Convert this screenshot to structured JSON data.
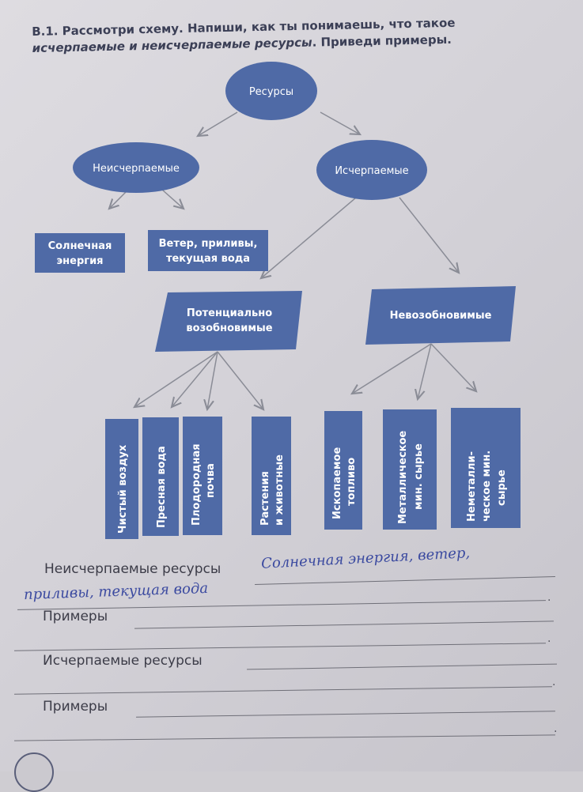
{
  "task": {
    "title_plain": "В.1. Рассмотри схему. Напиши, как ты понимаешь, что такое ",
    "title_italic": "исчерпаемые и неисчерпаемые ресурсы",
    "title_end": ". Приведи примеры."
  },
  "diagram": {
    "root": "Ресурсы",
    "inexhaustible": "Неисчерпаемые",
    "exhaustible": "Исчерпаемые",
    "solar_line1": "Солнечная",
    "solar_line2": "энергия",
    "wind_line1": "Ветер, приливы,",
    "wind_line2": "текущая вода",
    "renewable_line1": "Потенциально",
    "renewable_line2": "возобновимые",
    "nonrenewable": "Невозобновимые",
    "air": "Чистый воздух",
    "water": "Пресная вода",
    "soil_line1": "Плодородная",
    "soil_line2": "почва",
    "life_line1": "Растения",
    "life_line2": "и животные",
    "fuel_line1": "Ископаемое",
    "fuel_line2": "топливо",
    "metal_line1": "Металлическое",
    "metal_line2": "мин. сырье",
    "nonmetal_line1": "Неметалли-",
    "nonmetal_line2": "ческое мин.",
    "nonmetal_line3": "сырье"
  },
  "answers": {
    "inexhaustible_label": "Неисчерпаемые ресурсы",
    "inexhaustible_hand_1": "Солнечная энергия, ветер,",
    "inexhaustible_hand_2": "приливы, текущая вода",
    "examples_label_1": "Примеры",
    "exhaustible_label": "Исчерпаемые ресурсы",
    "examples_label_2": "Примеры"
  },
  "colors": {
    "shape_fill": "#4f6aa6",
    "shape_fill_light": "#5a74ad",
    "text_dark": "#3a3f55",
    "handwriting": "#3b4aa0"
  }
}
